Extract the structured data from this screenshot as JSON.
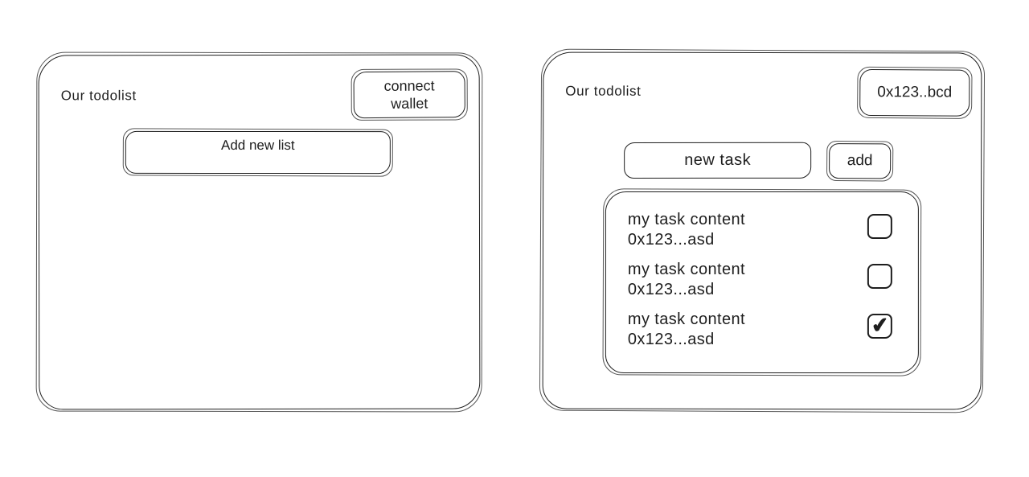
{
  "colors": {
    "stroke": "#1e1e1e",
    "background": "#ffffff"
  },
  "left_panel": {
    "title": "Our todolist",
    "connect_wallet_button": "connect wallet",
    "add_new_list_button": "Add new list"
  },
  "right_panel": {
    "title": "Our todolist",
    "wallet_address_button": "0x123..bcd",
    "new_task_input": {
      "value": "new task"
    },
    "add_button": "add",
    "task_list": {
      "tasks": [
        {
          "content": "my task content",
          "address": "0x123...asd",
          "checked": false,
          "check_glyph": ""
        },
        {
          "content": "my task content",
          "address": "0x123...asd",
          "checked": false,
          "check_glyph": ""
        },
        {
          "content": "my task content",
          "address": "0x123...asd",
          "checked": true,
          "check_glyph": "✔"
        }
      ]
    }
  }
}
